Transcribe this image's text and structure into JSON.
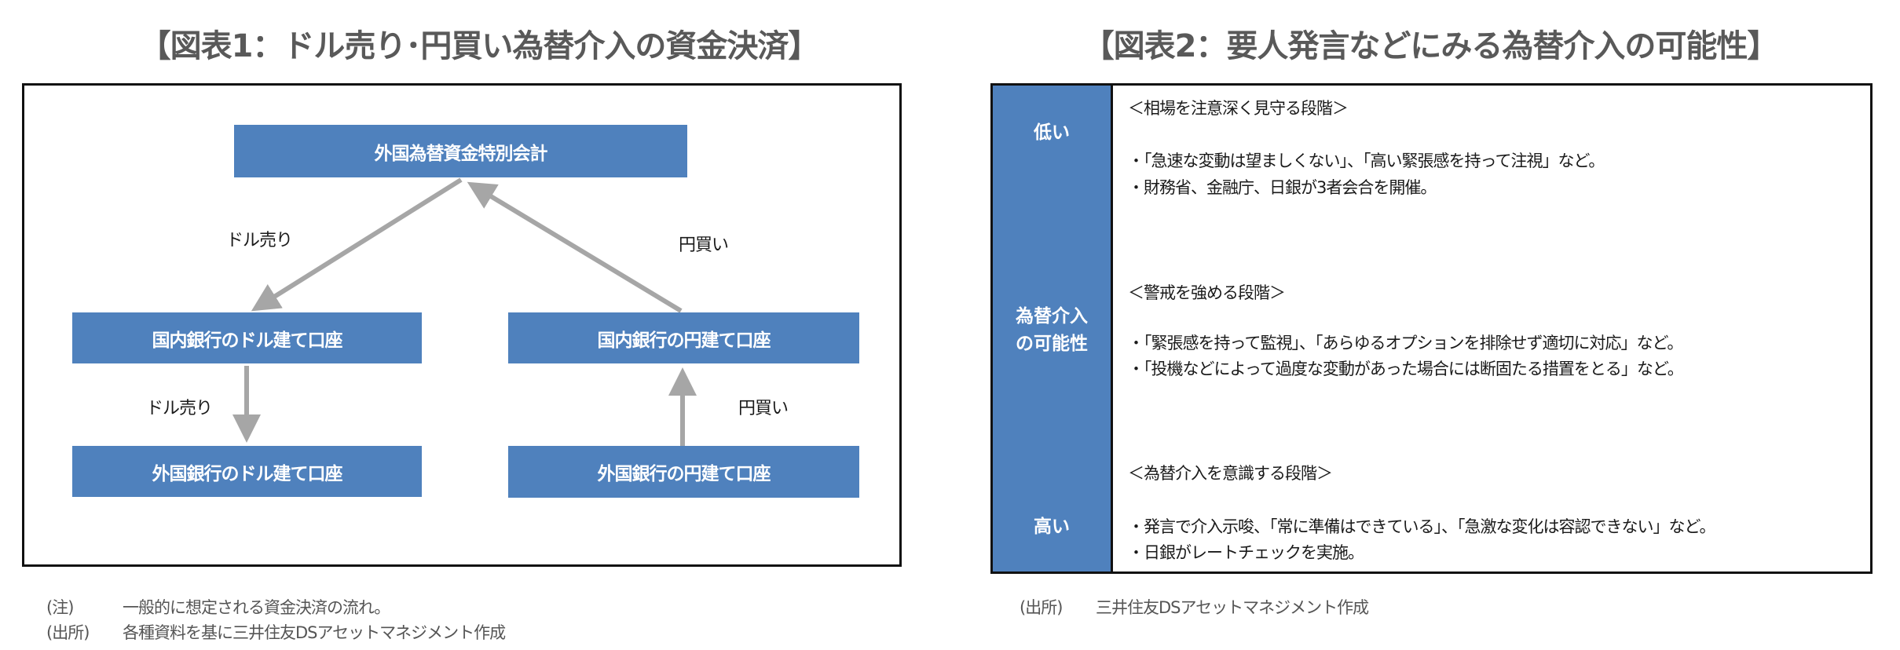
{
  "figure1": {
    "title": "【図表1：ドル売り･円買い為替介入の資金決済】",
    "nodes": {
      "top": "外国為替資金特別会計",
      "domestic_usd": "国内銀行のドル建て口座",
      "domestic_jpy": "国内銀行の円建て口座",
      "foreign_usd": "外国銀行のドル建て口座",
      "foreign_jpy": "外国銀行の円建て口座"
    },
    "edge_labels": {
      "top_to_domestic_usd": "ドル売り",
      "domestic_jpy_to_top": "円買い",
      "domestic_usd_to_foreign_usd": "ドル売り",
      "foreign_jpy_to_domestic_jpy": "円買い"
    },
    "note_label": "(注)",
    "note_text": "一般的に想定される資金決済の流れ。",
    "source_label": "(出所)",
    "source_text": "各種資料を基に三井住友DSアセットマネジメント作成"
  },
  "figure2": {
    "title": "【図表2：要人発言などにみる為替介入の可能性】",
    "axis": {
      "low": "低い",
      "middle_line1": "為替介入",
      "middle_line2": "の可能性",
      "high": "高い"
    },
    "stages": [
      {
        "heading": "＜相場を注意深く見守る段階＞",
        "bullets": [
          "・「急速な変動は望ましくない」、「高い緊張感を持って注視」など。",
          "・財務省、金融庁、日銀が3者会合を開催。"
        ]
      },
      {
        "heading": "＜警戒を強める段階＞",
        "bullets": [
          "・「緊張感を持って監視」、「あらゆるオプションを排除せず適切に対応」など。",
          "・「投機などによって過度な変動があった場合には断固たる措置をとる」など。"
        ]
      },
      {
        "heading": "＜為替介入を意識する段階＞",
        "bullets": [
          "・発言で介入示唆、「常に準備はできている」、「急激な変化は容認できない」など。",
          "・日銀がレートチェックを実施。"
        ]
      }
    ],
    "source_label": "(出所)",
    "source_text": "三井住友DSアセットマネジメント作成"
  },
  "colors": {
    "box_blue": "#4f81bd",
    "arrow_gray": "#a6a6a6",
    "title_gray": "#595959"
  }
}
